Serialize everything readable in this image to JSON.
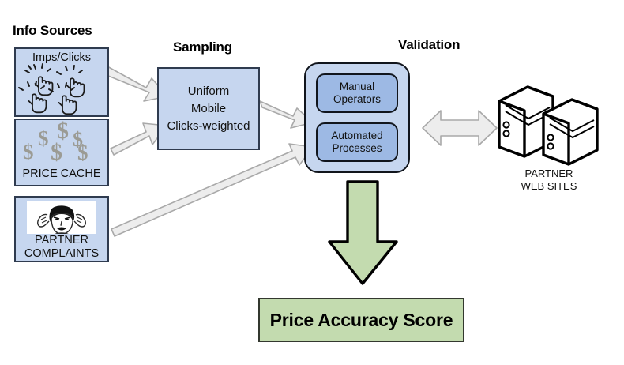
{
  "diagram": {
    "headings": {
      "info_sources": "Info Sources",
      "sampling": "Sampling",
      "validation": "Validation"
    },
    "sources": [
      {
        "label": "Imps/Clicks",
        "icon": "click-hands-icon"
      },
      {
        "label": "PRICE CACHE",
        "icon": "dollar-signs-icon"
      },
      {
        "label_line1": "PARTNER",
        "label_line2": "COMPLAINTS",
        "icon": "frustrated-person-icon"
      }
    ],
    "sampling": {
      "methods": [
        "Uniform",
        "Mobile",
        "Clicks-weighted"
      ]
    },
    "validation": {
      "blocks": [
        {
          "line1": "Manual",
          "line2": "Operators"
        },
        {
          "line1": "Automated",
          "line2": "Processes"
        }
      ]
    },
    "partners": {
      "label_line1": "PARTNER",
      "label_line2": "WEB SITES",
      "icon": "server-tower-icon",
      "count": 2
    },
    "result": {
      "label": "Price Accuracy Score"
    },
    "colors": {
      "source_fill": "#c6d6ef",
      "source_border": "#2f3b4f",
      "validation_fill": "#c6d6ef",
      "validation_inner_fill": "#9db9e4",
      "arrow_fill": "#ededed",
      "arrow_border": "#a9a9a9",
      "result_fill": "#c3dbaf",
      "result_border": "#33382f",
      "result_arrow_fill": "#c3dbaf",
      "dollar_color": "#9b9b94"
    }
  }
}
